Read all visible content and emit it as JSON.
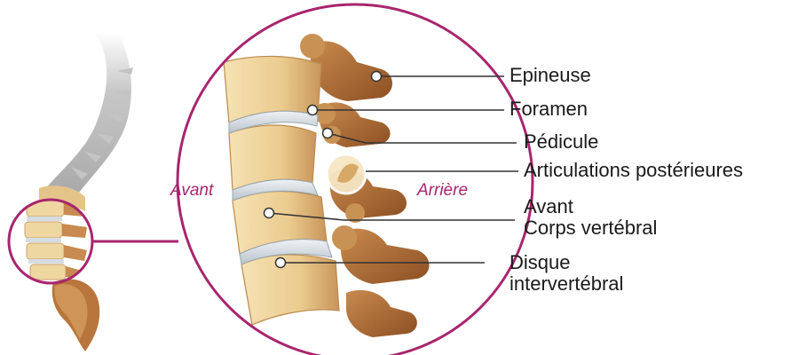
{
  "colors": {
    "accent": "#a8256e",
    "bone_light": "#f2d9a3",
    "bone_mid": "#d9b070",
    "bone_dark": "#9a5a28",
    "disc": "#d5dde3",
    "spine_gray": "#b8b8b8",
    "leader": "#333333"
  },
  "icons": {
    "overview": "spine-silhouette-icon",
    "detail": "lumbar-vertebrae-illustration"
  },
  "sides": {
    "front": "Avant",
    "back": "Arrière"
  },
  "labels": {
    "epineuse": "Epineuse",
    "foramen": "Foramen",
    "pedicule": "Pédicule",
    "articulations": "Articulations postérieures",
    "corps_line1": "Avant",
    "corps_line2": "Corps vertébral",
    "disque_line1": "Disque",
    "disque_line2": "intervertébral"
  }
}
